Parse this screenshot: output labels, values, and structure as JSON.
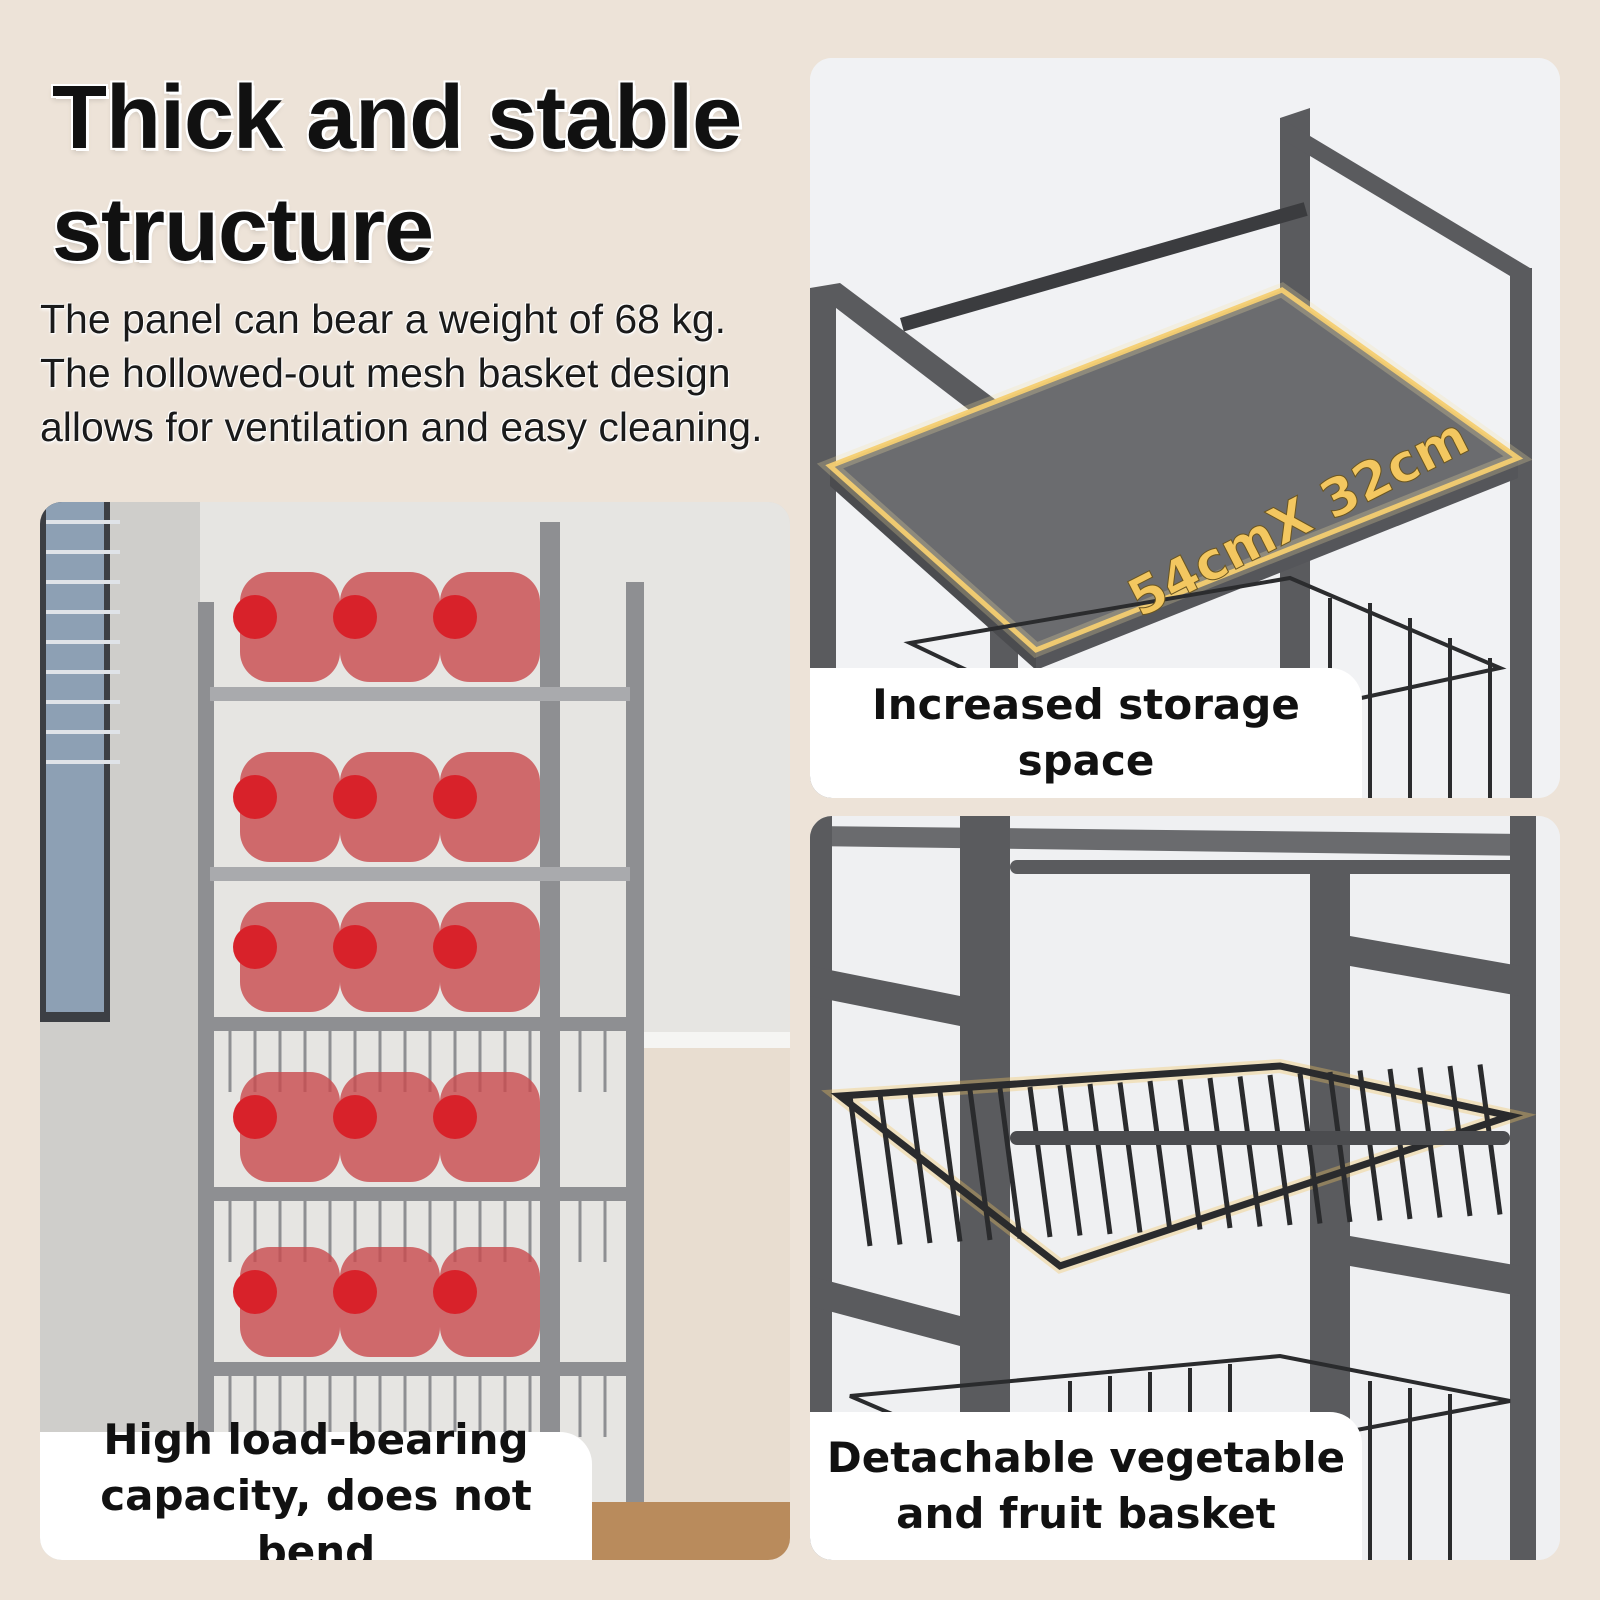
{
  "headline": "Thick and stable structure",
  "description": "The panel can bear a weight of 68 kg. The hollowed-out mesh basket design allows for ventilation and easy cleaning.",
  "panels": {
    "storage": {
      "caption_line1": "Increased storage",
      "caption_line2": "space",
      "dimension_label": "54cmX 32cm"
    },
    "load": {
      "caption_line1": "High load-bearing",
      "caption_line2": "capacity, does not bend"
    },
    "basket": {
      "caption_line1": "Detachable vegetable",
      "caption_line2": "and fruit basket"
    }
  },
  "colors": {
    "background": "#ede3d8",
    "frame_gray": "#5a5b5e",
    "highlight_gold": "#f3c760",
    "bottle_red": "#d8222a"
  }
}
